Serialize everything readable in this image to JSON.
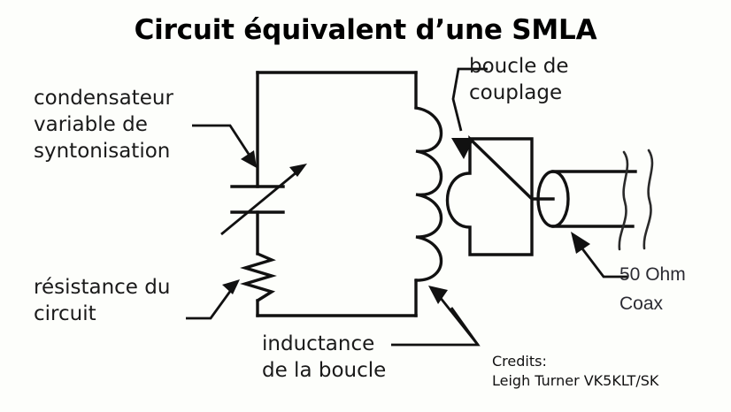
{
  "title": "Circuit équivalent d’une SMLA",
  "labels": {
    "capacitor": "condensateur\nvariable de\nsyntonisation",
    "resistance": "résistance du\ncircuit",
    "inductance": "inductance\nde la boucle",
    "coupling_loop": "boucle de\ncouplage",
    "coax": "50 Ohm\nCoax"
  },
  "credits": "Credits:\nLeigh Turner VK5KLT/SK",
  "colors": {
    "background": "#fdfefb",
    "ink": "#111111",
    "text": "#1a1a1a",
    "coax_text": "#2b2b33"
  },
  "components": {
    "main_loop": "rectangular-antenna-loop",
    "variable_capacitor": "variable-tuning-capacitor",
    "resistor": "circuit-resistance",
    "inductor_turns": 4,
    "coupling_loop": "coupling-loop",
    "coax_connector": "coax-feed-connector",
    "break_marks": 2
  }
}
